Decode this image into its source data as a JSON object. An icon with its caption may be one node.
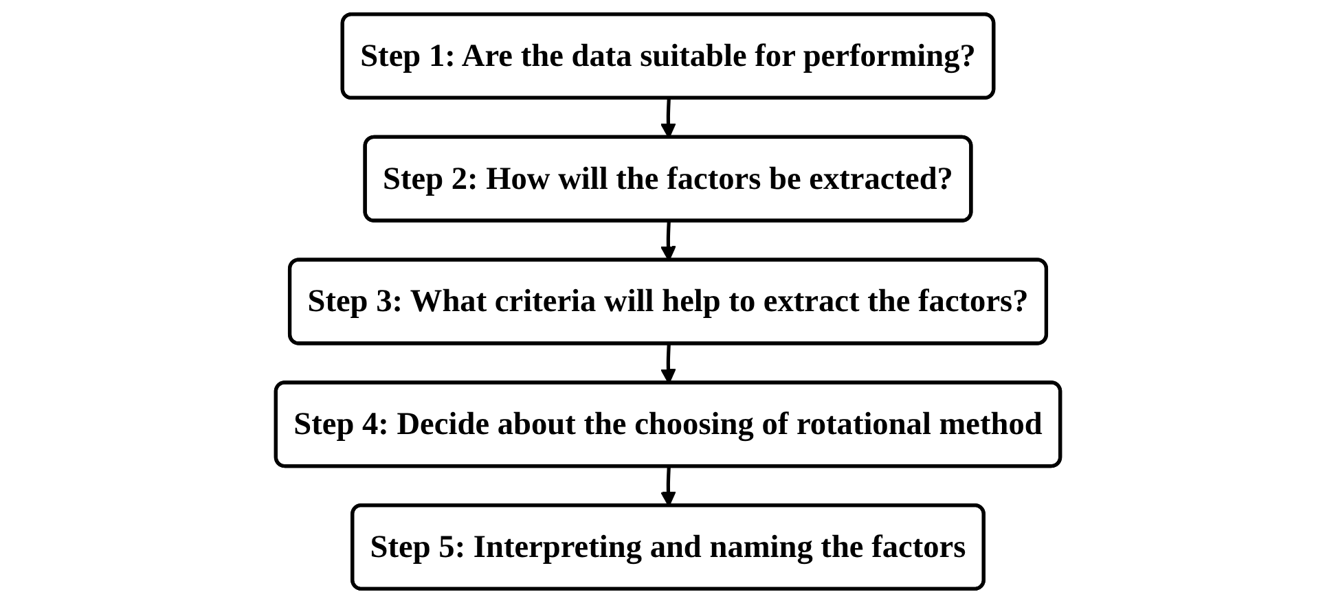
{
  "diagram": {
    "nodes": [
      {
        "text": [
          "Step 1: Are the data suitable for performing?"
        ]
      },
      {
        "text": [
          "Step 2: How will the factors be extracted?"
        ]
      },
      {
        "text": [
          "Step 3: What criteria will help to extract the factors?"
        ]
      },
      {
        "text": [
          "Step 4: Decide about the choosing of rotational method"
        ]
      },
      {
        "text": [
          "Step 5: Interpreting and naming the factors"
        ]
      }
    ],
    "edges": [
      {
        "from": 0,
        "to": 1,
        "arrow": "to"
      },
      {
        "from": 1,
        "to": 2,
        "arrow": "to"
      },
      {
        "from": 2,
        "to": 3,
        "arrow": "to"
      },
      {
        "from": 3,
        "to": 4,
        "arrow": "to"
      }
    ]
  }
}
